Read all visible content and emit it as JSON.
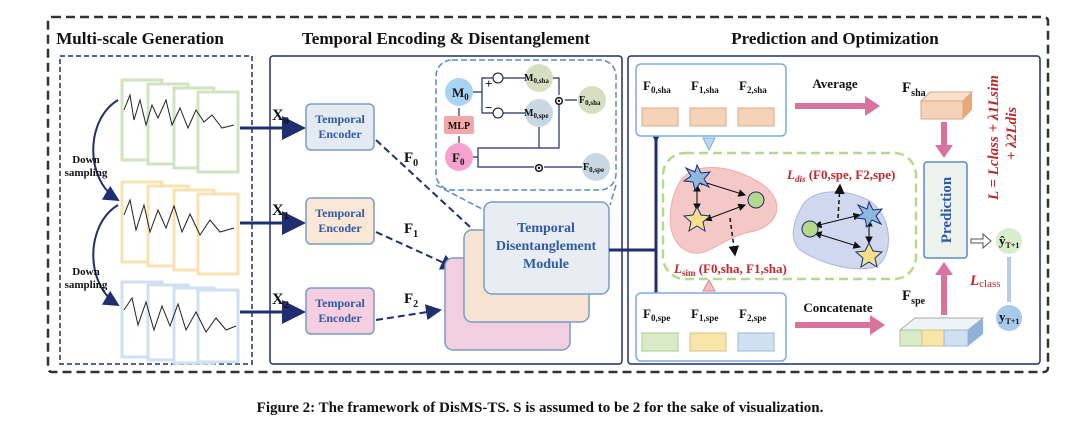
{
  "sections": {
    "multi_scale": "Multi-scale Generation",
    "temporal": "Temporal Encoding & Disentanglement",
    "prediction": "Prediction and Optimization"
  },
  "down_sampling": [
    "Down",
    "sampling"
  ],
  "inputs": [
    {
      "base": "X",
      "sub": "0"
    },
    {
      "base": "X",
      "sub": "1"
    },
    {
      "base": "X",
      "sub": "2"
    }
  ],
  "encoder_label": [
    "Temporal",
    "Encoder"
  ],
  "features": [
    {
      "base": "F",
      "sub": "0"
    },
    {
      "base": "F",
      "sub": "1"
    },
    {
      "base": "F",
      "sub": "2"
    }
  ],
  "module_label": [
    "Temporal",
    "Disentanglement",
    "Module"
  ],
  "inset": {
    "m0": {
      "base": "M",
      "sub": "0"
    },
    "mlp": "MLP",
    "f0": {
      "base": "F",
      "sub": "0"
    },
    "plus": "+",
    "minus": "−",
    "m_sha": {
      "base": "M",
      "sub": "0,sha"
    },
    "m_spe": {
      "base": "M",
      "sub": "0,spe"
    },
    "f_sha": {
      "base": "F",
      "sub": "0,sha"
    },
    "f_spe": {
      "base": "F",
      "sub": "0,spe"
    },
    "odot": "⊙"
  },
  "sha_features": [
    {
      "base": "F",
      "sub": "0,sha"
    },
    {
      "base": "F",
      "sub": "1,sha"
    },
    {
      "base": "F",
      "sub": "2,sha"
    }
  ],
  "spe_features": [
    {
      "base": "F",
      "sub": "0,spe"
    },
    {
      "base": "F",
      "sub": "1,spe"
    },
    {
      "base": "F",
      "sub": "2,spe"
    }
  ],
  "average": "Average",
  "concatenate": "Concatenate",
  "f_sha": {
    "base": "F",
    "sub": "sha"
  },
  "f_spe": {
    "base": "F",
    "sub": "spe"
  },
  "l_dis": {
    "base": "L",
    "sub": "dis",
    "args": " (F0,spe, F2,spe)"
  },
  "l_sim": {
    "base": "L",
    "sub": "sim",
    "args": " (F0,sha, F1,sha)"
  },
  "prediction": "Prediction",
  "y_hat": {
    "base": "ŷ",
    "sub": "T+1"
  },
  "y": {
    "base": "y",
    "sub": "T+1"
  },
  "l_class": {
    "base": "L",
    "sub": "class"
  },
  "loss_line1": "L = Lclass + λ1Lsim",
  "loss_line2": "+ λ2Ldis",
  "caption": "Figure 2: The framework of DisMS-TS. S is assumed to be 2 for the sake of visualization.",
  "colors": {
    "navy": "#1f2e6e",
    "red": "#c0282d",
    "pink": "#d9729d",
    "blue_text": "#2f5aa8",
    "green": "#b5d98a"
  }
}
